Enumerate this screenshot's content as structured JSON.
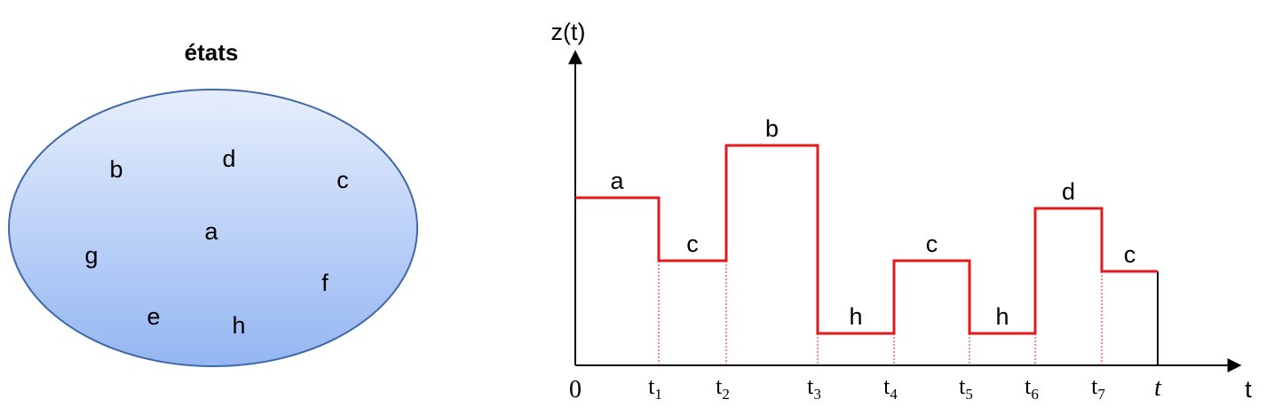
{
  "states_panel": {
    "title": "états",
    "states": [
      "b",
      "d",
      "c",
      "a",
      "g",
      "f",
      "e",
      "h"
    ]
  },
  "chart": {
    "y_axis_label": "z(t)",
    "x_axis_label": "t",
    "origin_label": "0",
    "end_label": "t",
    "tick_base": "t",
    "tick_subscripts": [
      "1",
      "2",
      "3",
      "4",
      "5",
      "6",
      "7"
    ]
  },
  "chart_data": {
    "type": "line",
    "step": true,
    "segments": [
      {
        "label": "a",
        "start": "0",
        "end": "t1"
      },
      {
        "label": "c",
        "start": "t1",
        "end": "t2"
      },
      {
        "label": "b",
        "start": "t2",
        "end": "t3"
      },
      {
        "label": "h",
        "start": "t3",
        "end": "t4"
      },
      {
        "label": "c",
        "start": "t4",
        "end": "t5"
      },
      {
        "label": "h",
        "start": "t5",
        "end": "t6"
      },
      {
        "label": "d",
        "start": "t6",
        "end": "t7"
      },
      {
        "label": "c",
        "start": "t7",
        "end": "t"
      }
    ],
    "line_color": "#e31a1c",
    "grid": false
  }
}
